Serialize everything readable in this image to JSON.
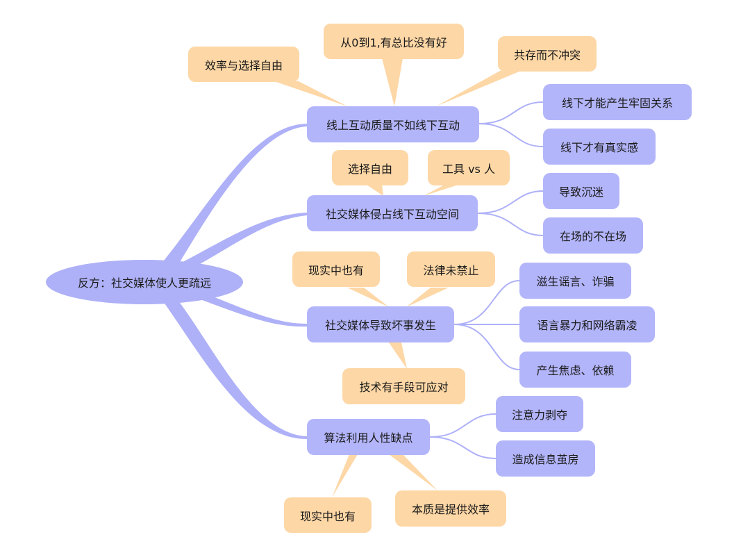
{
  "colors": {
    "branch": "#aeb1f7",
    "note": "#fdd7a6",
    "line": "#aeb1f7"
  },
  "root": {
    "label": "反方：社交媒体使人更疏远"
  },
  "topics": [
    {
      "label": "线上互动质量不如线下互动",
      "subs": [
        "线下才能产生牢固关系",
        "线下才有真实感"
      ],
      "notes": [
        "效率与选择自由",
        "从0到1,有总比没有好",
        "共存而不冲突"
      ]
    },
    {
      "label": "社交媒体侵占线下互动空间",
      "subs": [
        "导致沉迷",
        "在场的不在场"
      ],
      "notes": [
        "选择自由",
        "工具 vs 人"
      ]
    },
    {
      "label": "社交媒体导致坏事发生",
      "subs": [
        "滋生谣言、诈骗",
        "语言暴力和网络霸凌",
        "产生焦虑、依赖"
      ],
      "notes": [
        "现实中也有",
        "法律未禁止",
        "技术有手段可应对"
      ]
    },
    {
      "label": "算法利用人性缺点",
      "subs": [
        "注意力剥夺",
        "造成信息茧房"
      ],
      "notes": [
        "现实中也有",
        "本质是提供效率"
      ]
    }
  ]
}
